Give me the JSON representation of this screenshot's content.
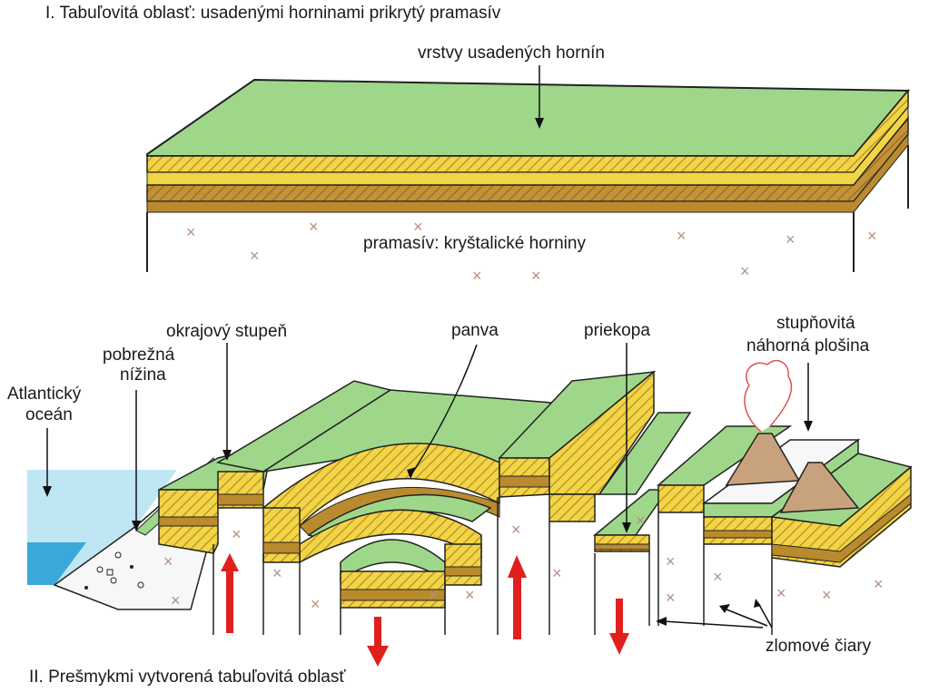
{
  "titles": {
    "top": "I. Tabuľovitá oblasť: usadenými horninami prikrytý pramasív",
    "bottom": "II. Prešmykmi vytvorená tabuľovitá oblasť"
  },
  "labels": {
    "sediment_layers": "vrstvy usadených hornín",
    "basement": "pramasív: kryštalické horniny",
    "edge_step": "okrajový stupeň",
    "coastal_lowland_1": "pobrežná",
    "coastal_lowland_2": "nížina",
    "ocean_1": "Atlantický",
    "ocean_2": "oceán",
    "basin": "panva",
    "rift": "priekopa",
    "plateau_1": "stupňovitá",
    "plateau_2": "náhorná plošina",
    "faults": "zlomové čiary"
  },
  "colors": {
    "surface_green": "#9fd78a",
    "sand_yellow": "#f1d545",
    "rock_brown": "#b98a2e",
    "basement_mark": "#b39080",
    "water": "#bfe6f3",
    "water_deep": "#3aa9d9",
    "arrow_red": "#e0201e",
    "volcano": "#c8a27c"
  }
}
